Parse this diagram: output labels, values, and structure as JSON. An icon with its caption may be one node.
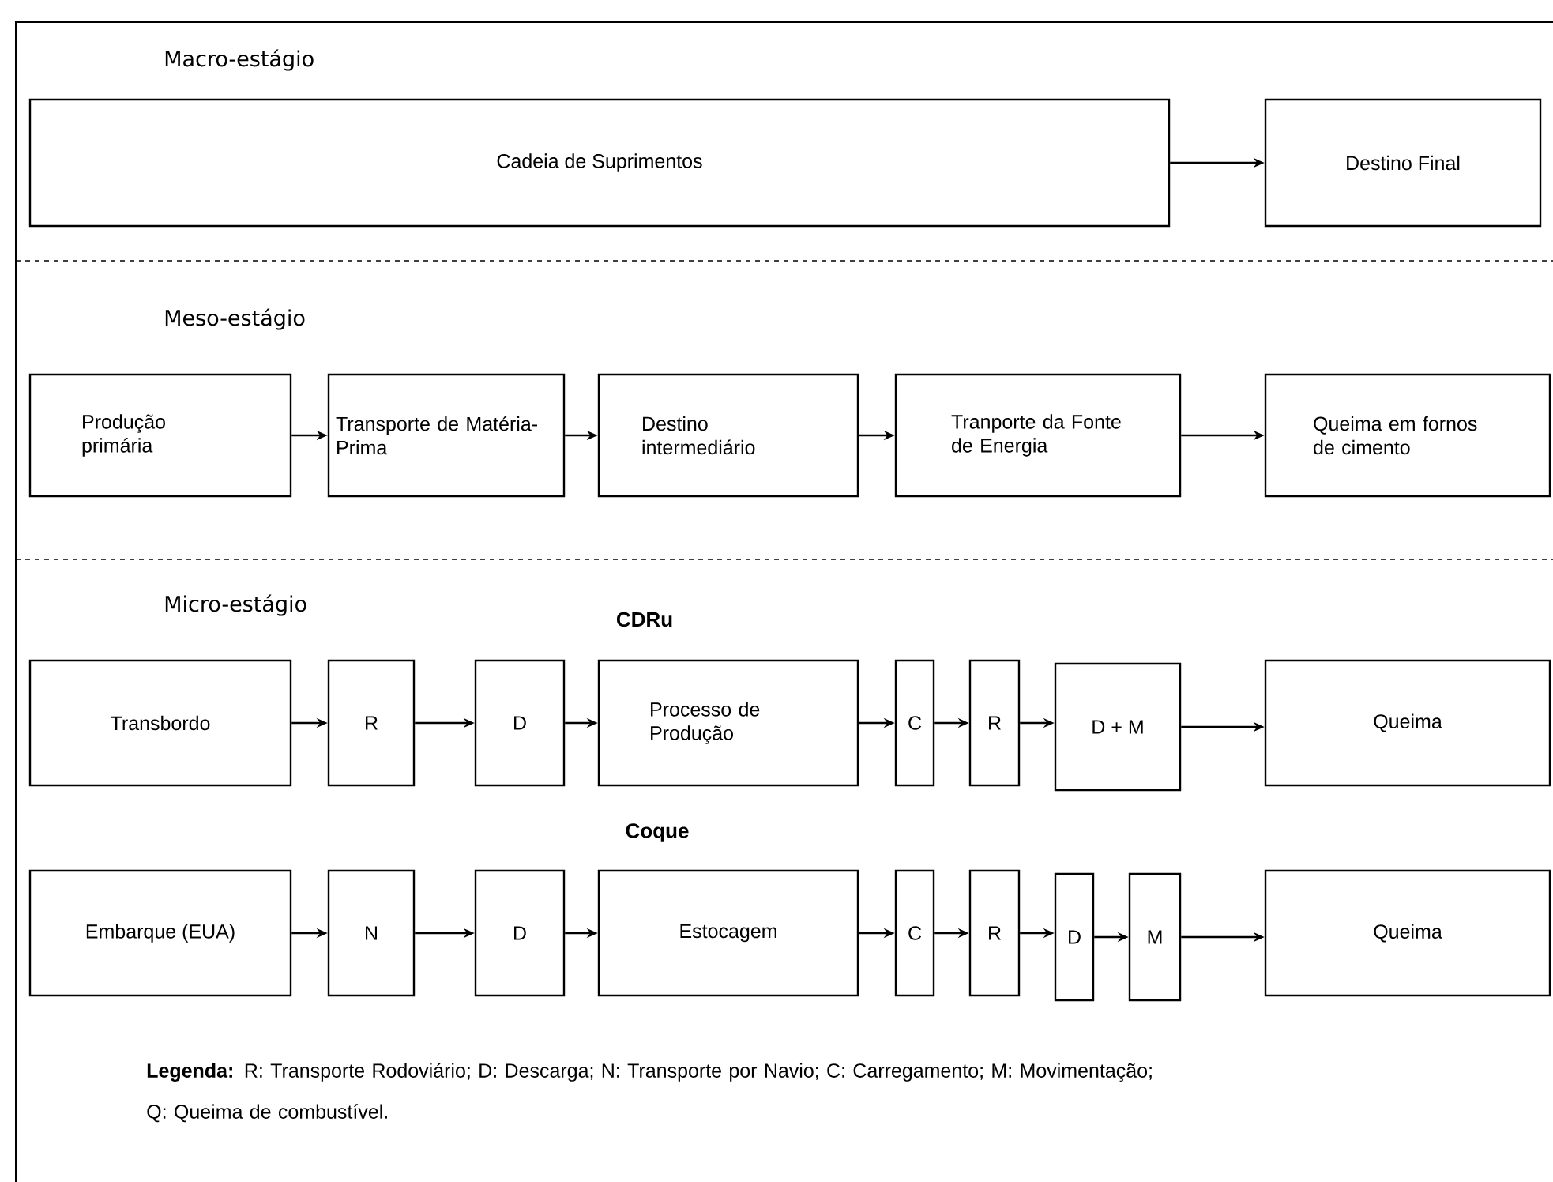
{
  "diagram": {
    "nodes": [
      {
        "text": [
          "Cadeia de Suprimentos"
        ]
      },
      {
        "text": [
          "Destino Final"
        ]
      },
      {
        "text": [
          "Produção primária"
        ]
      },
      {
        "text": [
          "Transporte de Matéria-Prima"
        ]
      },
      {
        "text": [
          "Destino intermediário"
        ]
      },
      {
        "text": [
          "Tranporte da Fonte de Energia"
        ]
      },
      {
        "text": [
          "Queima em fornos de cimento"
        ]
      },
      {
        "text": [
          "Transbordo"
        ]
      },
      {
        "text": [
          "R"
        ]
      },
      {
        "text": [
          "D"
        ]
      },
      {
        "text": [
          "Processo de Produção"
        ]
      },
      {
        "text": [
          "C"
        ]
      },
      {
        "text": [
          "R"
        ]
      },
      {
        "text": [
          "D + M"
        ]
      },
      {
        "text": [
          "Queima"
        ]
      },
      {
        "text": [
          "Embarque  (EUA)"
        ]
      },
      {
        "text": [
          "N"
        ]
      },
      {
        "text": [
          "D"
        ]
      },
      {
        "text": [
          "Estocagem"
        ]
      },
      {
        "text": [
          "C"
        ]
      },
      {
        "text": [
          "R"
        ]
      },
      {
        "text": [
          "D"
        ]
      },
      {
        "text": [
          "M"
        ]
      },
      {
        "text": [
          "Queima"
        ]
      }
    ],
    "edges": [
      {
        "from": 0,
        "to": 1,
        "arrow": "to"
      },
      {
        "from": 2,
        "to": 3,
        "arrow": "to"
      },
      {
        "from": 3,
        "to": 4,
        "arrow": "to"
      },
      {
        "from": 4,
        "to": 5,
        "arrow": "to"
      },
      {
        "from": 5,
        "to": 6,
        "arrow": "to"
      },
      {
        "from": 7,
        "to": 8,
        "arrow": "to"
      },
      {
        "from": 8,
        "to": 9,
        "arrow": "to"
      },
      {
        "from": 9,
        "to": 10,
        "arrow": "to"
      },
      {
        "from": 10,
        "to": 11,
        "arrow": "to"
      },
      {
        "from": 11,
        "to": 12,
        "arrow": "to"
      },
      {
        "from": 12,
        "to": 13,
        "arrow": "to"
      },
      {
        "from": 13,
        "to": 14,
        "arrow": "to"
      },
      {
        "from": 15,
        "to": 16,
        "arrow": "to"
      },
      {
        "from": 16,
        "to": 17,
        "arrow": "to"
      },
      {
        "from": 17,
        "to": 18,
        "arrow": "to"
      },
      {
        "from": 18,
        "to": 19,
        "arrow": "to"
      },
      {
        "from": 19,
        "to": 20,
        "arrow": "to"
      },
      {
        "from": 20,
        "to": 21,
        "arrow": "to"
      },
      {
        "from": 21,
        "to": 22,
        "arrow": "to"
      },
      {
        "from": 22,
        "to": 23,
        "arrow": "to"
      }
    ],
    "labels": [
      "Macro-estágio",
      "Meso-estágio",
      "Micro-estágio",
      "CDRu",
      "Coque",
      "**Legenda:** R: Transporte Rodoviário; D: Descarga; N: Transporte por Navio; C: Carregamento; M: Movimentação; Q: Queima de combustível."
    ]
  }
}
